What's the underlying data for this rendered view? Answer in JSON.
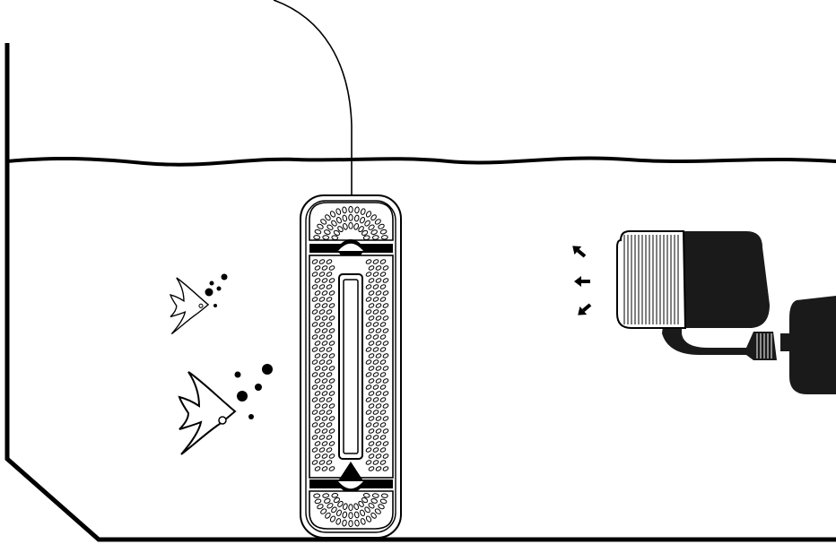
{
  "diagram": {
    "components": [
      {
        "id": "aquarium-tank",
        "icon": "tank-outline"
      },
      {
        "id": "water-surface",
        "icon": "wave-line"
      },
      {
        "id": "power-cord",
        "icon": "cable"
      },
      {
        "id": "submersible-heater",
        "icon": "heater"
      },
      {
        "id": "small-fish",
        "icon": "angelfish-icon"
      },
      {
        "id": "large-fish",
        "icon": "angelfish-icon"
      },
      {
        "id": "circulation-pump",
        "icon": "wavemaker-pump"
      },
      {
        "id": "flow-arrows",
        "icon": "arrow-icon",
        "count": 3
      }
    ],
    "colors": {
      "line": "#000000",
      "fill": "#1a1a1a",
      "background": "#ffffff"
    }
  }
}
